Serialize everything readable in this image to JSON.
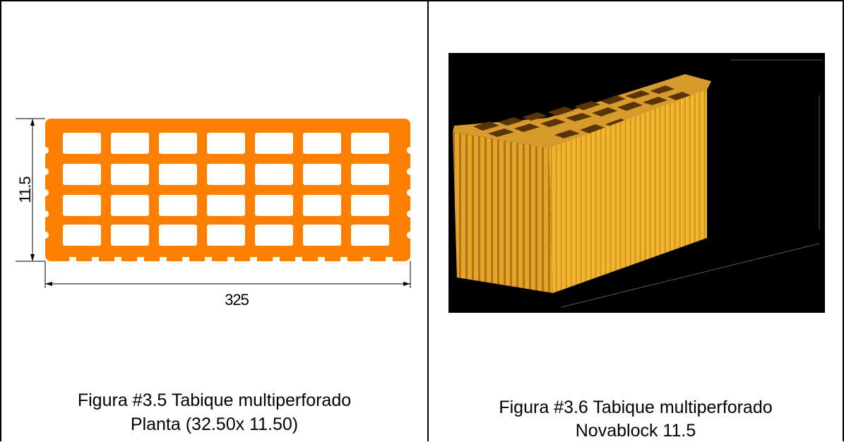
{
  "figure_left": {
    "dim_height": "11.5",
    "dim_width": "325",
    "caption_line1": "Figura #3.5 Tabique multiperforado",
    "caption_line2": "Planta (32.50x 11.50)"
  },
  "figure_right": {
    "caption_line1": "Figura #3.6 Tabique multiperforado",
    "caption_line2": "Novablock 11.5"
  },
  "colors": {
    "brick_plan": "#ff8000",
    "brick_3d_face": "#f2b12c",
    "brick_3d_dark": "#b9740c",
    "background_3d": "#000000"
  }
}
